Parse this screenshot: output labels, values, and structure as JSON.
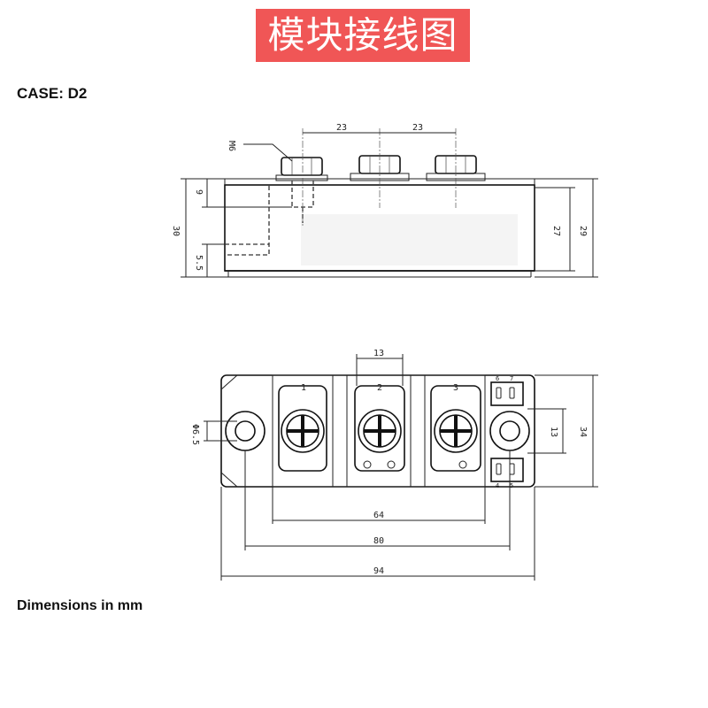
{
  "header": {
    "title": "模块接线图"
  },
  "case_label": "CASE: D2",
  "footer_note": "Dimensions in mm",
  "side_view": {
    "thread_label": "M6",
    "dims": {
      "pitch_1": "23",
      "pitch_2": "23",
      "terminal_depth": "9",
      "total_height": "30",
      "base_offset": "5.5",
      "body_height": "27",
      "overall_height": "29"
    }
  },
  "top_view": {
    "terminal_labels": [
      "1",
      "2",
      "3"
    ],
    "aux_pins": [
      "6",
      "7",
      "4",
      "5"
    ],
    "dims": {
      "terminal_width": "13",
      "mount_hole": "Φ6.5",
      "hole_spacing_v": "13",
      "width": "34",
      "inner_span": "64",
      "hole_pitch": "80",
      "overall_length": "94"
    }
  }
}
